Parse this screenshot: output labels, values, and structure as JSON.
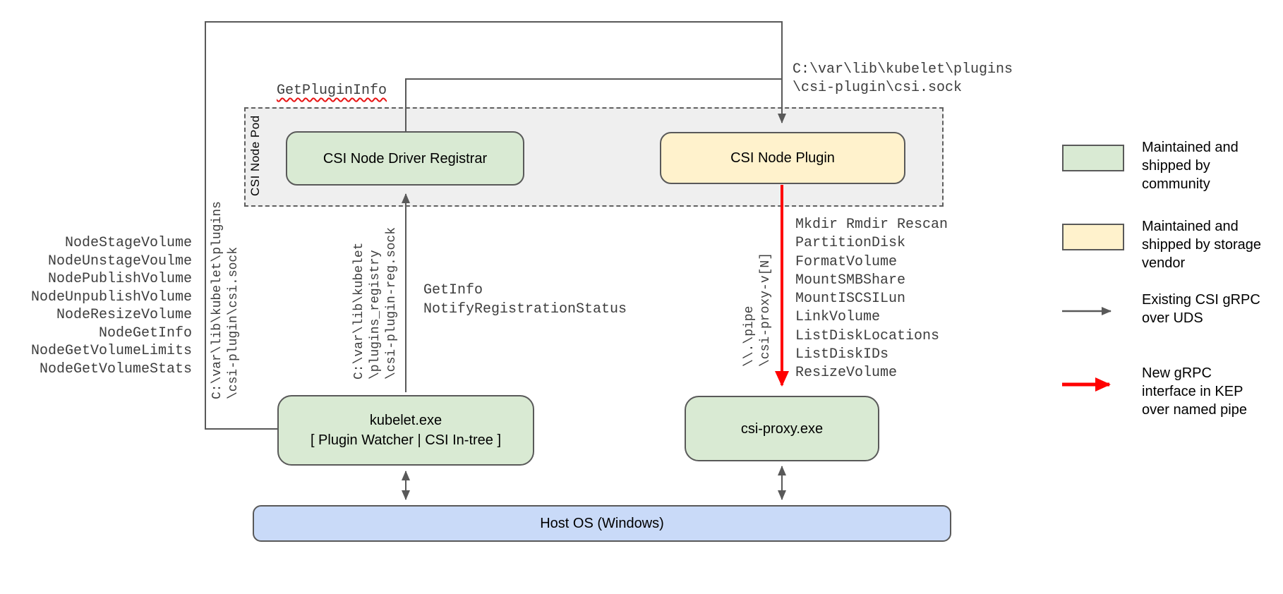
{
  "diagram": {
    "pod_label": "CSI Node Pod",
    "boxes": {
      "registrar": "CSI Node Driver Registrar",
      "plugin": "CSI Node Plugin",
      "kubelet_line1": "kubelet.exe",
      "kubelet_line2": "[ Plugin Watcher | CSI In-tree ]",
      "proxy": "csi-proxy.exe",
      "host": "Host OS (Windows)"
    },
    "annotations": {
      "get_plugin_info": "GetPluginInfo",
      "plugin_sock_path": [
        "C:\\var\\lib\\kubelet\\plugins",
        "\\csi-plugin\\csi.sock"
      ],
      "plugin_sock_path_vertical": [
        "C:\\var\\lib\\kubelet\\plugins",
        "\\csi-plugin\\csi.sock"
      ],
      "registry_sock_path_vertical": [
        "C:\\var\\lib\\kubelet",
        "\\plugins_registry",
        "\\csi-plugin-reg.sock"
      ],
      "named_pipe_vertical": [
        "\\\\.\\pipe",
        "\\csi-proxy-v[N]"
      ],
      "registration_calls": [
        "GetInfo",
        "NotifyRegistrationStatus"
      ],
      "node_methods": [
        "NodeStageVolume",
        "NodeUnstageVoulme",
        "NodePublishVolume",
        "NodeUnpublishVolume",
        "NodeResizeVolume",
        "NodeGetInfo",
        "NodeGetVolumeLimits",
        "NodeGetVolumeStats"
      ],
      "proxy_methods": [
        "Mkdir Rmdir Rescan",
        "PartitionDisk",
        "FormatVolume",
        "MountSMBShare",
        "MountISCSILun",
        "LinkVolume",
        "ListDiskLocations",
        "ListDiskIDs",
        "ResizeVolume"
      ]
    },
    "legend": [
      {
        "swatch": "green-box",
        "label": "Maintained and shipped by community"
      },
      {
        "swatch": "yellow-box",
        "label": "Maintained and shipped by storage vendor"
      },
      {
        "swatch": "gray-arrow",
        "label": "Existing CSI gRPC over UDS"
      },
      {
        "swatch": "red-arrow",
        "label": "New gRPC interface in KEP over named pipe"
      }
    ],
    "colors": {
      "community_green": "#d9ead3",
      "vendor_yellow": "#fff2cc",
      "host_blue": "#c9daf8",
      "pod_gray": "#efefef",
      "line_gray": "#595959",
      "new_grpc_red": "#ff0000"
    }
  }
}
